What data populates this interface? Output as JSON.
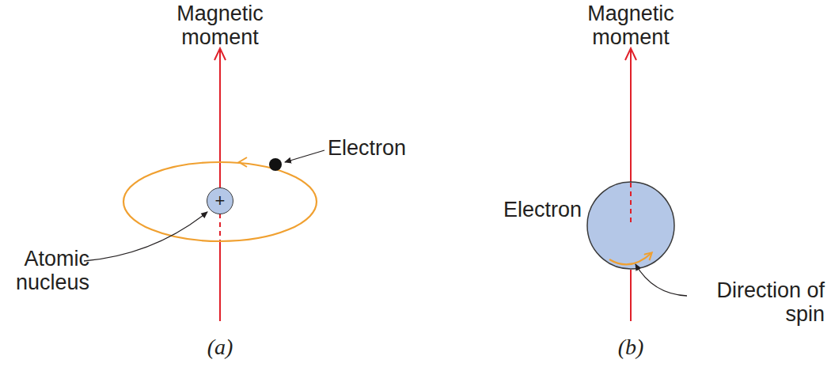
{
  "diagram": {
    "nodes": [
      {
        "text": [
          "+"
        ]
      }
    ],
    "labels": [
      "Magnetic moment",
      "Electron",
      "Atomic nucleus",
      "(a)",
      "Magnetic moment",
      "Electron",
      "Direction of spin",
      "(b)"
    ]
  }
}
